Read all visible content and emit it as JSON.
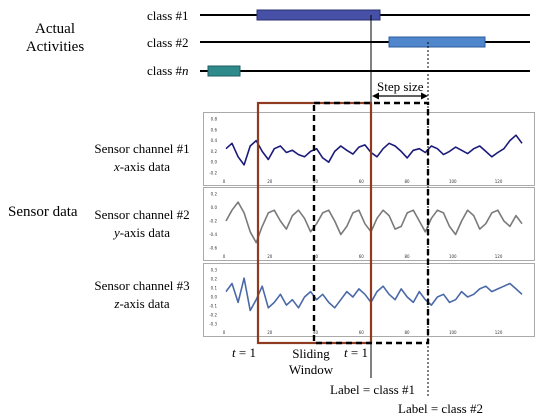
{
  "header": {
    "actual_activities": [
      "Actual",
      "Activities"
    ]
  },
  "classes": [
    {
      "label": "class #1",
      "bar_color": "#4650a6",
      "edge_color": "#2a3170"
    },
    {
      "label": "class #2",
      "bar_color": "#4f86cc",
      "edge_color": "#2e5e9c"
    },
    {
      "label_prefix": "class #",
      "label_italic": "n",
      "bar_color": "#2f8a8c",
      "edge_color": "#1f5e60"
    }
  ],
  "step_size_label": "Step size",
  "sensor_data_label": "Sensor data",
  "channels": [
    {
      "line1": "Sensor channel #1",
      "axis": "x",
      "axis_suffix": "-axis data",
      "color": "#1b1a7a",
      "y_ticks": [
        "0.8",
        "0.6",
        "0.4",
        "0.2",
        "0.0",
        "-0.2"
      ]
    },
    {
      "line1": "Sensor channel #2",
      "axis": "y",
      "axis_suffix": "-axis data",
      "color": "#7a7a7a",
      "y_ticks": [
        "0.2",
        "0.0",
        "-0.2",
        "-0.4",
        "-0.6"
      ]
    },
    {
      "line1": "Sensor channel #3",
      "axis": "z",
      "axis_suffix": "-axis data",
      "color": "#4a69a8",
      "y_ticks": [
        "0.3",
        "0.2",
        "0.1",
        "0.0",
        "-0.1",
        "-0.2",
        "-0.3"
      ]
    }
  ],
  "x_ticks": [
    "0",
    "20",
    "40",
    "60",
    "80",
    "100",
    "120"
  ],
  "annotations": {
    "t_left_prefix": "t",
    "t_left_suffix": " = 1",
    "t_right_prefix": "t",
    "t_right_suffix": " = 1",
    "sliding_window": [
      "Sliding",
      "Window"
    ],
    "label_1": "Label = class #1",
    "label_2": "Label = class #2"
  },
  "colors": {
    "window_solid": "#8e3b1f",
    "window_dashed": "#000000",
    "timeline": "#000000"
  }
}
